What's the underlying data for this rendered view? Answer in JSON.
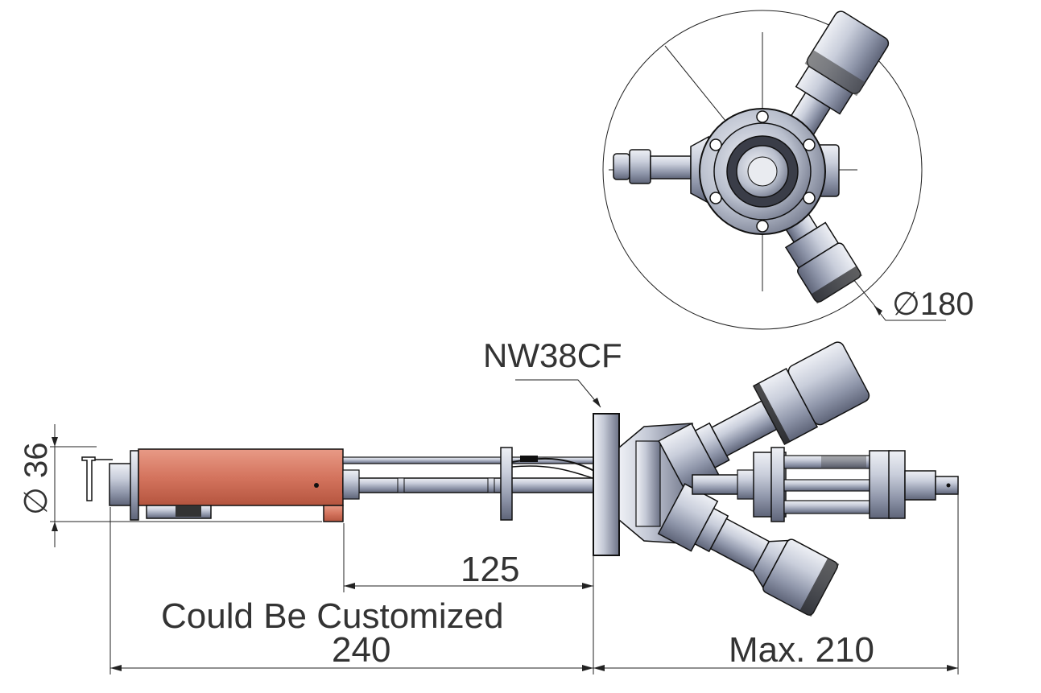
{
  "labels": {
    "flange": "NW38CF",
    "diameter_top": "∅180",
    "diameter_side": "∅ 36",
    "dim_125": "125",
    "customized": "Could Be Customized",
    "dim_240": "240",
    "dim_max": "Max. 210"
  },
  "colors": {
    "heater": "#d4745e",
    "metal": "#c4c9d6",
    "metal_dark": "#8d94a8",
    "outline": "#111111",
    "text": "#333333"
  }
}
